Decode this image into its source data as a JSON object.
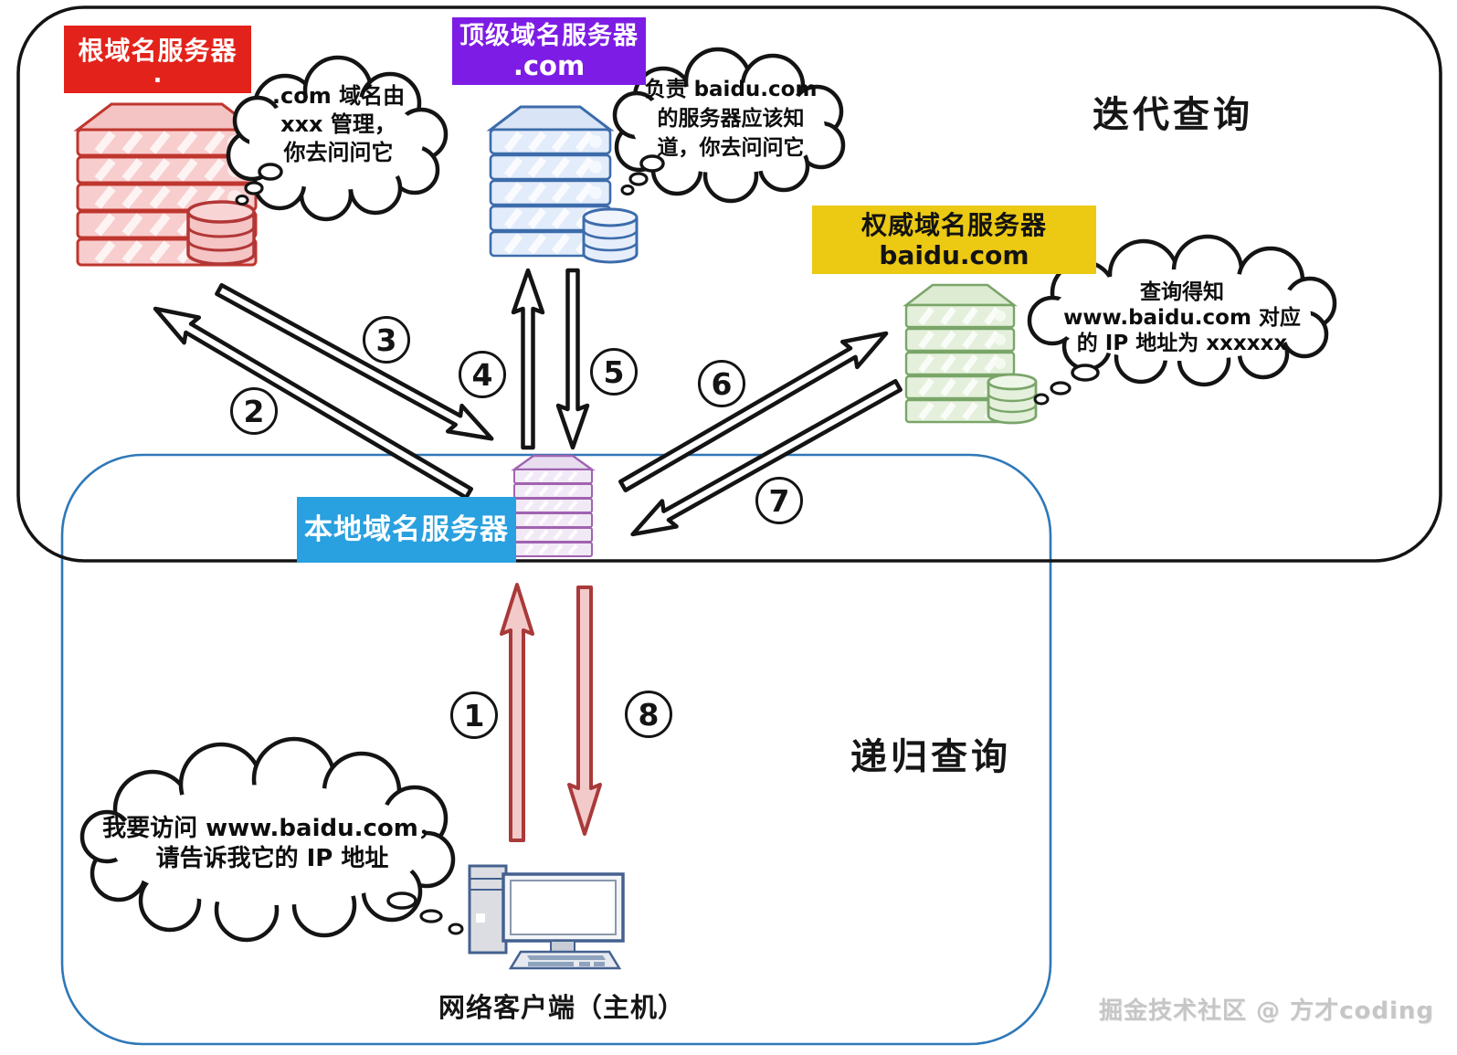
{
  "zones": {
    "iterative": {
      "title": "迭代查询"
    },
    "recursive": {
      "title": "递归查询"
    }
  },
  "servers": {
    "root": {
      "label_line1": "根域名服务器",
      "label_line2": ".",
      "bubble_line1": ".com 域名由",
      "bubble_line2": "xxx 管理，",
      "bubble_line3": "你去问问它",
      "accent": "#e3231b"
    },
    "tld": {
      "label_line1": "顶级域名服务器",
      "label_line2": ".com",
      "bubble_line1": "负责 baidu.com",
      "bubble_line2": "的服务器应该知",
      "bubble_line3": "道，你去问问它",
      "accent": "#7d1ce4"
    },
    "authoritative": {
      "label_line1": "权威域名服务器",
      "label_line2": "baidu.com",
      "bubble_line1": "查询得知",
      "bubble_line2": "www.baidu.com 对应",
      "bubble_line3": "的 IP 地址为 xxxxxx",
      "accent": "#ecc913"
    },
    "local": {
      "label_line1": "本地域名服务器",
      "accent": "#29a0df"
    }
  },
  "client": {
    "caption": "网络客户端（主机）",
    "bubble_line1": "我要访问 www.baidu.com，",
    "bubble_line2": "请告诉我它的 IP 地址"
  },
  "steps": {
    "s1": "1",
    "s2": "2",
    "s3": "3",
    "s4": "4",
    "s5": "5",
    "s6": "6",
    "s7": "7",
    "s8": "8"
  },
  "watermark": "掘金技术社区 @ 方才coding",
  "colors": {
    "root_label_bg": "#e3231b",
    "tld_label_bg": "#7d1ce4",
    "authoritative_label_bg": "#ecc913",
    "local_label_bg": "#29a0df",
    "root_server_stroke": "#bf362e",
    "tld_server_stroke": "#3d6cab",
    "authoritative_server_stroke": "#7aa569",
    "local_server_stroke": "#a063b0",
    "pink_arrow_fill": "#f3caca",
    "pink_arrow_stroke": "#a93a3a",
    "white_arrow_stroke": "#141414",
    "iterative_box_border": "#141414",
    "recursive_box_border": "#2e78b8"
  }
}
